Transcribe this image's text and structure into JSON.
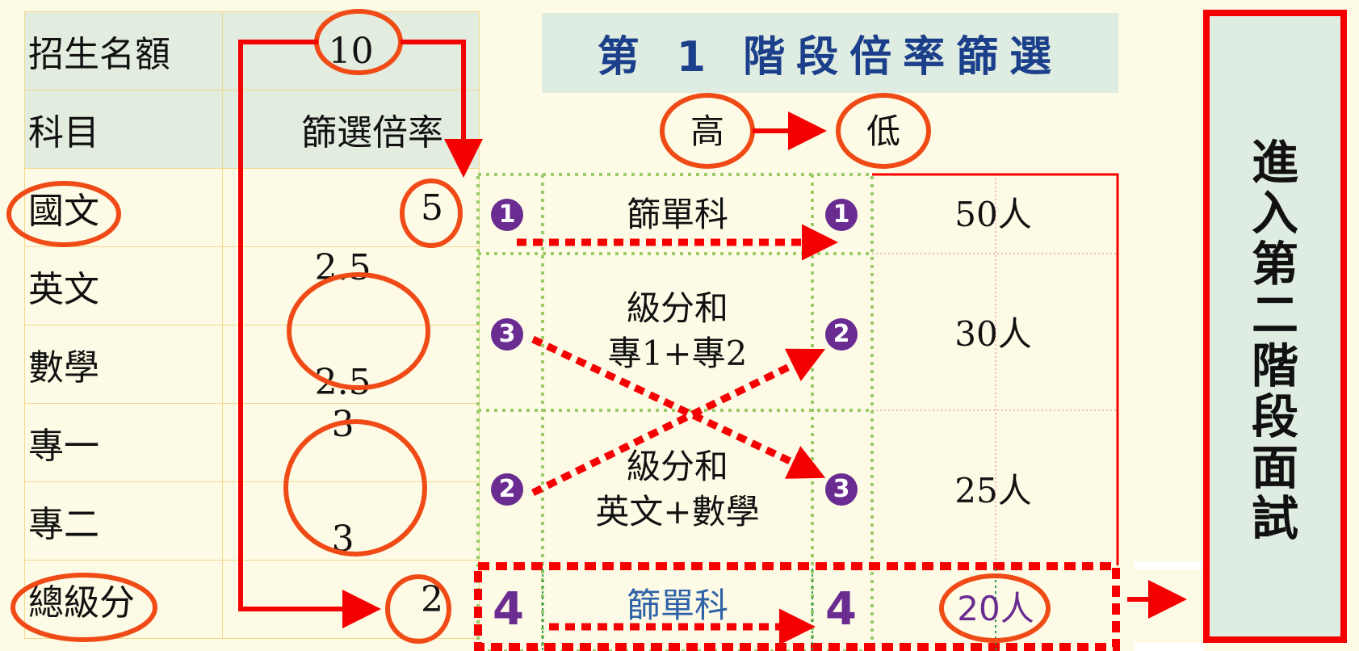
{
  "left_table": {
    "rows": [
      {
        "label": "招生名額",
        "value": "10"
      },
      {
        "label": "科目",
        "value": "篩選倍率"
      },
      {
        "label": "國文",
        "value": "5"
      },
      {
        "label": "英文",
        "value": "2.5"
      },
      {
        "label": "數學",
        "value": "2.5"
      },
      {
        "label": "專一",
        "value": "3"
      },
      {
        "label": "專二",
        "value": "3"
      },
      {
        "label": "總級分",
        "value": "2"
      }
    ]
  },
  "title": "第 1 階段倍率篩選",
  "priority": {
    "high": "高",
    "low": "低"
  },
  "stages": [
    {
      "left_num": "1",
      "label": "篩單科",
      "right_num": "1",
      "count": "50人"
    },
    {
      "left_num": "3",
      "label": "級分和\n專1+專2",
      "right_num": "2",
      "count": "30人"
    },
    {
      "left_num": "2",
      "label": "級分和\n英文+數學",
      "right_num": "3",
      "count": "25人"
    },
    {
      "left_num": "4",
      "label": "篩單科",
      "right_num": "4",
      "count": "20人"
    }
  ],
  "next_stage": "進入第二階段面試",
  "colors": {
    "red": "#f50000",
    "circle_orange": "#f04a16",
    "purple": "#6a2c91",
    "green_dots": "#9ccc6a",
    "title_blue": "#1b3f8a",
    "bg": "#fdfbe6"
  }
}
